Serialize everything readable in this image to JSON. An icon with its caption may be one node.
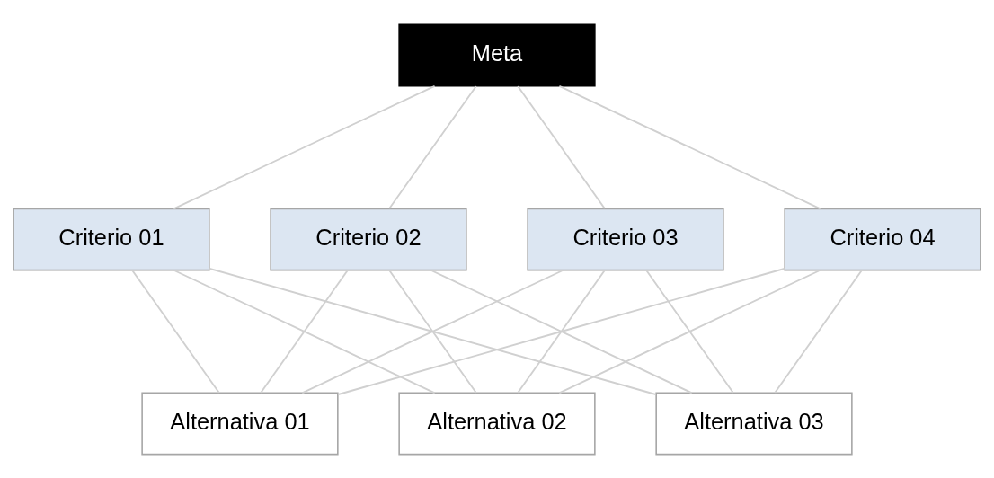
{
  "diagram": {
    "nodes": [
      {
        "text": [
          "Meta"
        ]
      },
      {
        "text": [
          "Criterio 01"
        ]
      },
      {
        "text": [
          "Criterio 02"
        ]
      },
      {
        "text": [
          "Criterio 03"
        ]
      },
      {
        "text": [
          "Criterio 04"
        ]
      },
      {
        "text": [
          "Alternativa 01"
        ]
      },
      {
        "text": [
          "Alternativa 02"
        ]
      },
      {
        "text": [
          "Alternativa 03"
        ]
      }
    ],
    "edges": [
      {
        "from": 0,
        "to": 1,
        "arrow": "none"
      },
      {
        "from": 0,
        "to": 2,
        "arrow": "none"
      },
      {
        "from": 0,
        "to": 3,
        "arrow": "none"
      },
      {
        "from": 0,
        "to": 4,
        "arrow": "none"
      },
      {
        "from": 1,
        "to": 5,
        "arrow": "none"
      },
      {
        "from": 1,
        "to": 6,
        "arrow": "none"
      },
      {
        "from": 1,
        "to": 7,
        "arrow": "none"
      },
      {
        "from": 2,
        "to": 5,
        "arrow": "none"
      },
      {
        "from": 2,
        "to": 6,
        "arrow": "none"
      },
      {
        "from": 2,
        "to": 7,
        "arrow": "none"
      },
      {
        "from": 3,
        "to": 5,
        "arrow": "none"
      },
      {
        "from": 3,
        "to": 6,
        "arrow": "none"
      },
      {
        "from": 3,
        "to": 7,
        "arrow": "none"
      },
      {
        "from": 4,
        "to": 5,
        "arrow": "none"
      },
      {
        "from": 4,
        "to": 6,
        "arrow": "none"
      },
      {
        "from": 4,
        "to": 7,
        "arrow": "none"
      }
    ]
  }
}
